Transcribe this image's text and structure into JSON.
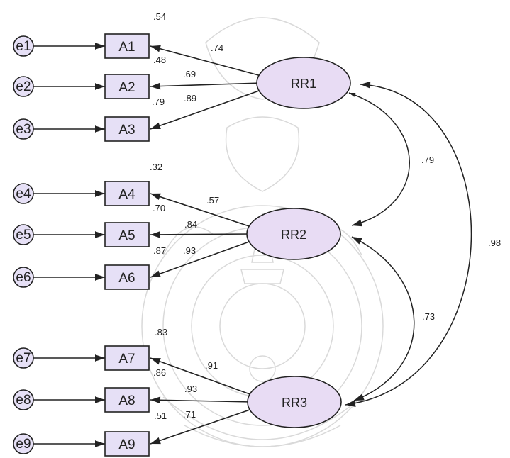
{
  "colors": {
    "node_fill": "#e6e0f6",
    "latent_fill": "#e8dcf4",
    "stroke": "#222222",
    "watermark": "#d9d9d9"
  },
  "errors": [
    "e1",
    "e2",
    "e3",
    "e4",
    "e5",
    "e6",
    "e7",
    "e8",
    "e9"
  ],
  "indicators": [
    {
      "label": "A1",
      "r2": ".54"
    },
    {
      "label": "A2",
      "r2": ".48"
    },
    {
      "label": "A3",
      "r2": ".79"
    },
    {
      "label": "A4",
      "r2": ".32"
    },
    {
      "label": "A5",
      "r2": ".70"
    },
    {
      "label": "A6",
      "r2": ".87"
    },
    {
      "label": "A7",
      "r2": ".83"
    },
    {
      "label": "A8",
      "r2": ".86"
    },
    {
      "label": "A9",
      "r2": ".51"
    }
  ],
  "factors": [
    {
      "label": "RR1",
      "loadings": [
        ".74",
        ".69",
        ".89"
      ]
    },
    {
      "label": "RR2",
      "loadings": [
        ".57",
        ".84",
        ".93"
      ]
    },
    {
      "label": "RR3",
      "loadings": [
        ".91",
        ".93",
        ".71"
      ]
    }
  ],
  "correlations": {
    "rr1_rr2": ".79",
    "rr2_rr3": ".73",
    "rr1_rr3": ".98"
  },
  "watermark_icon": "university-seal-watermark"
}
